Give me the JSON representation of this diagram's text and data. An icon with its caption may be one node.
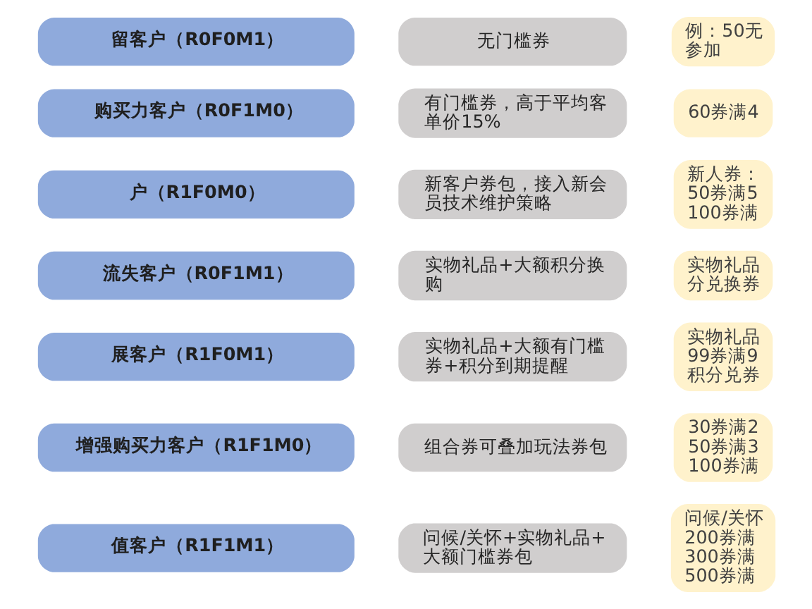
{
  "diagram": {
    "nodes": [
      {
        "text": [
          "留客户（R0F0M1）"
        ]
      },
      {
        "text": [
          "无门槛券"
        ]
      },
      {
        "text": [
          "例：50无参加"
        ]
      },
      {
        "text": [
          "购买力客户（R0F1M0）"
        ]
      },
      {
        "text": [
          "有门槛券，高于平均客单价15%"
        ]
      },
      {
        "text": [
          "60券满4"
        ]
      },
      {
        "text": [
          "户（R1F0M0）"
        ]
      },
      {
        "text": [
          "新客户券包，接入新会员技术维护策略"
        ]
      },
      {
        "text": [
          "新人券： 50券满5 100券满"
        ]
      },
      {
        "text": [
          "流失客户（R0F1M1）"
        ]
      },
      {
        "text": [
          "实物礼品+大额积分换购"
        ]
      },
      {
        "text": [
          "实物礼品分兑换券"
        ]
      },
      {
        "text": [
          "展客户（R1F0M1）"
        ]
      },
      {
        "text": [
          "实物礼品+大额有门槛券+积分到期提醒"
        ]
      },
      {
        "text": [
          "实物礼品 99券满9 积分兑券"
        ]
      },
      {
        "text": [
          "增强购买力客户（R1F1M0）"
        ]
      },
      {
        "text": [
          "组合券可叠加玩法券包"
        ]
      },
      {
        "text": [
          "30券满2 50券满3 100券满"
        ]
      },
      {
        "text": [
          "值客户（R1F1M1）"
        ]
      },
      {
        "text": [
          "问候/关怀+实物礼品+大额门槛券包"
        ]
      },
      {
        "text": [
          "问候/关怀 200券满 300券满 500券满"
        ]
      }
    ]
  }
}
